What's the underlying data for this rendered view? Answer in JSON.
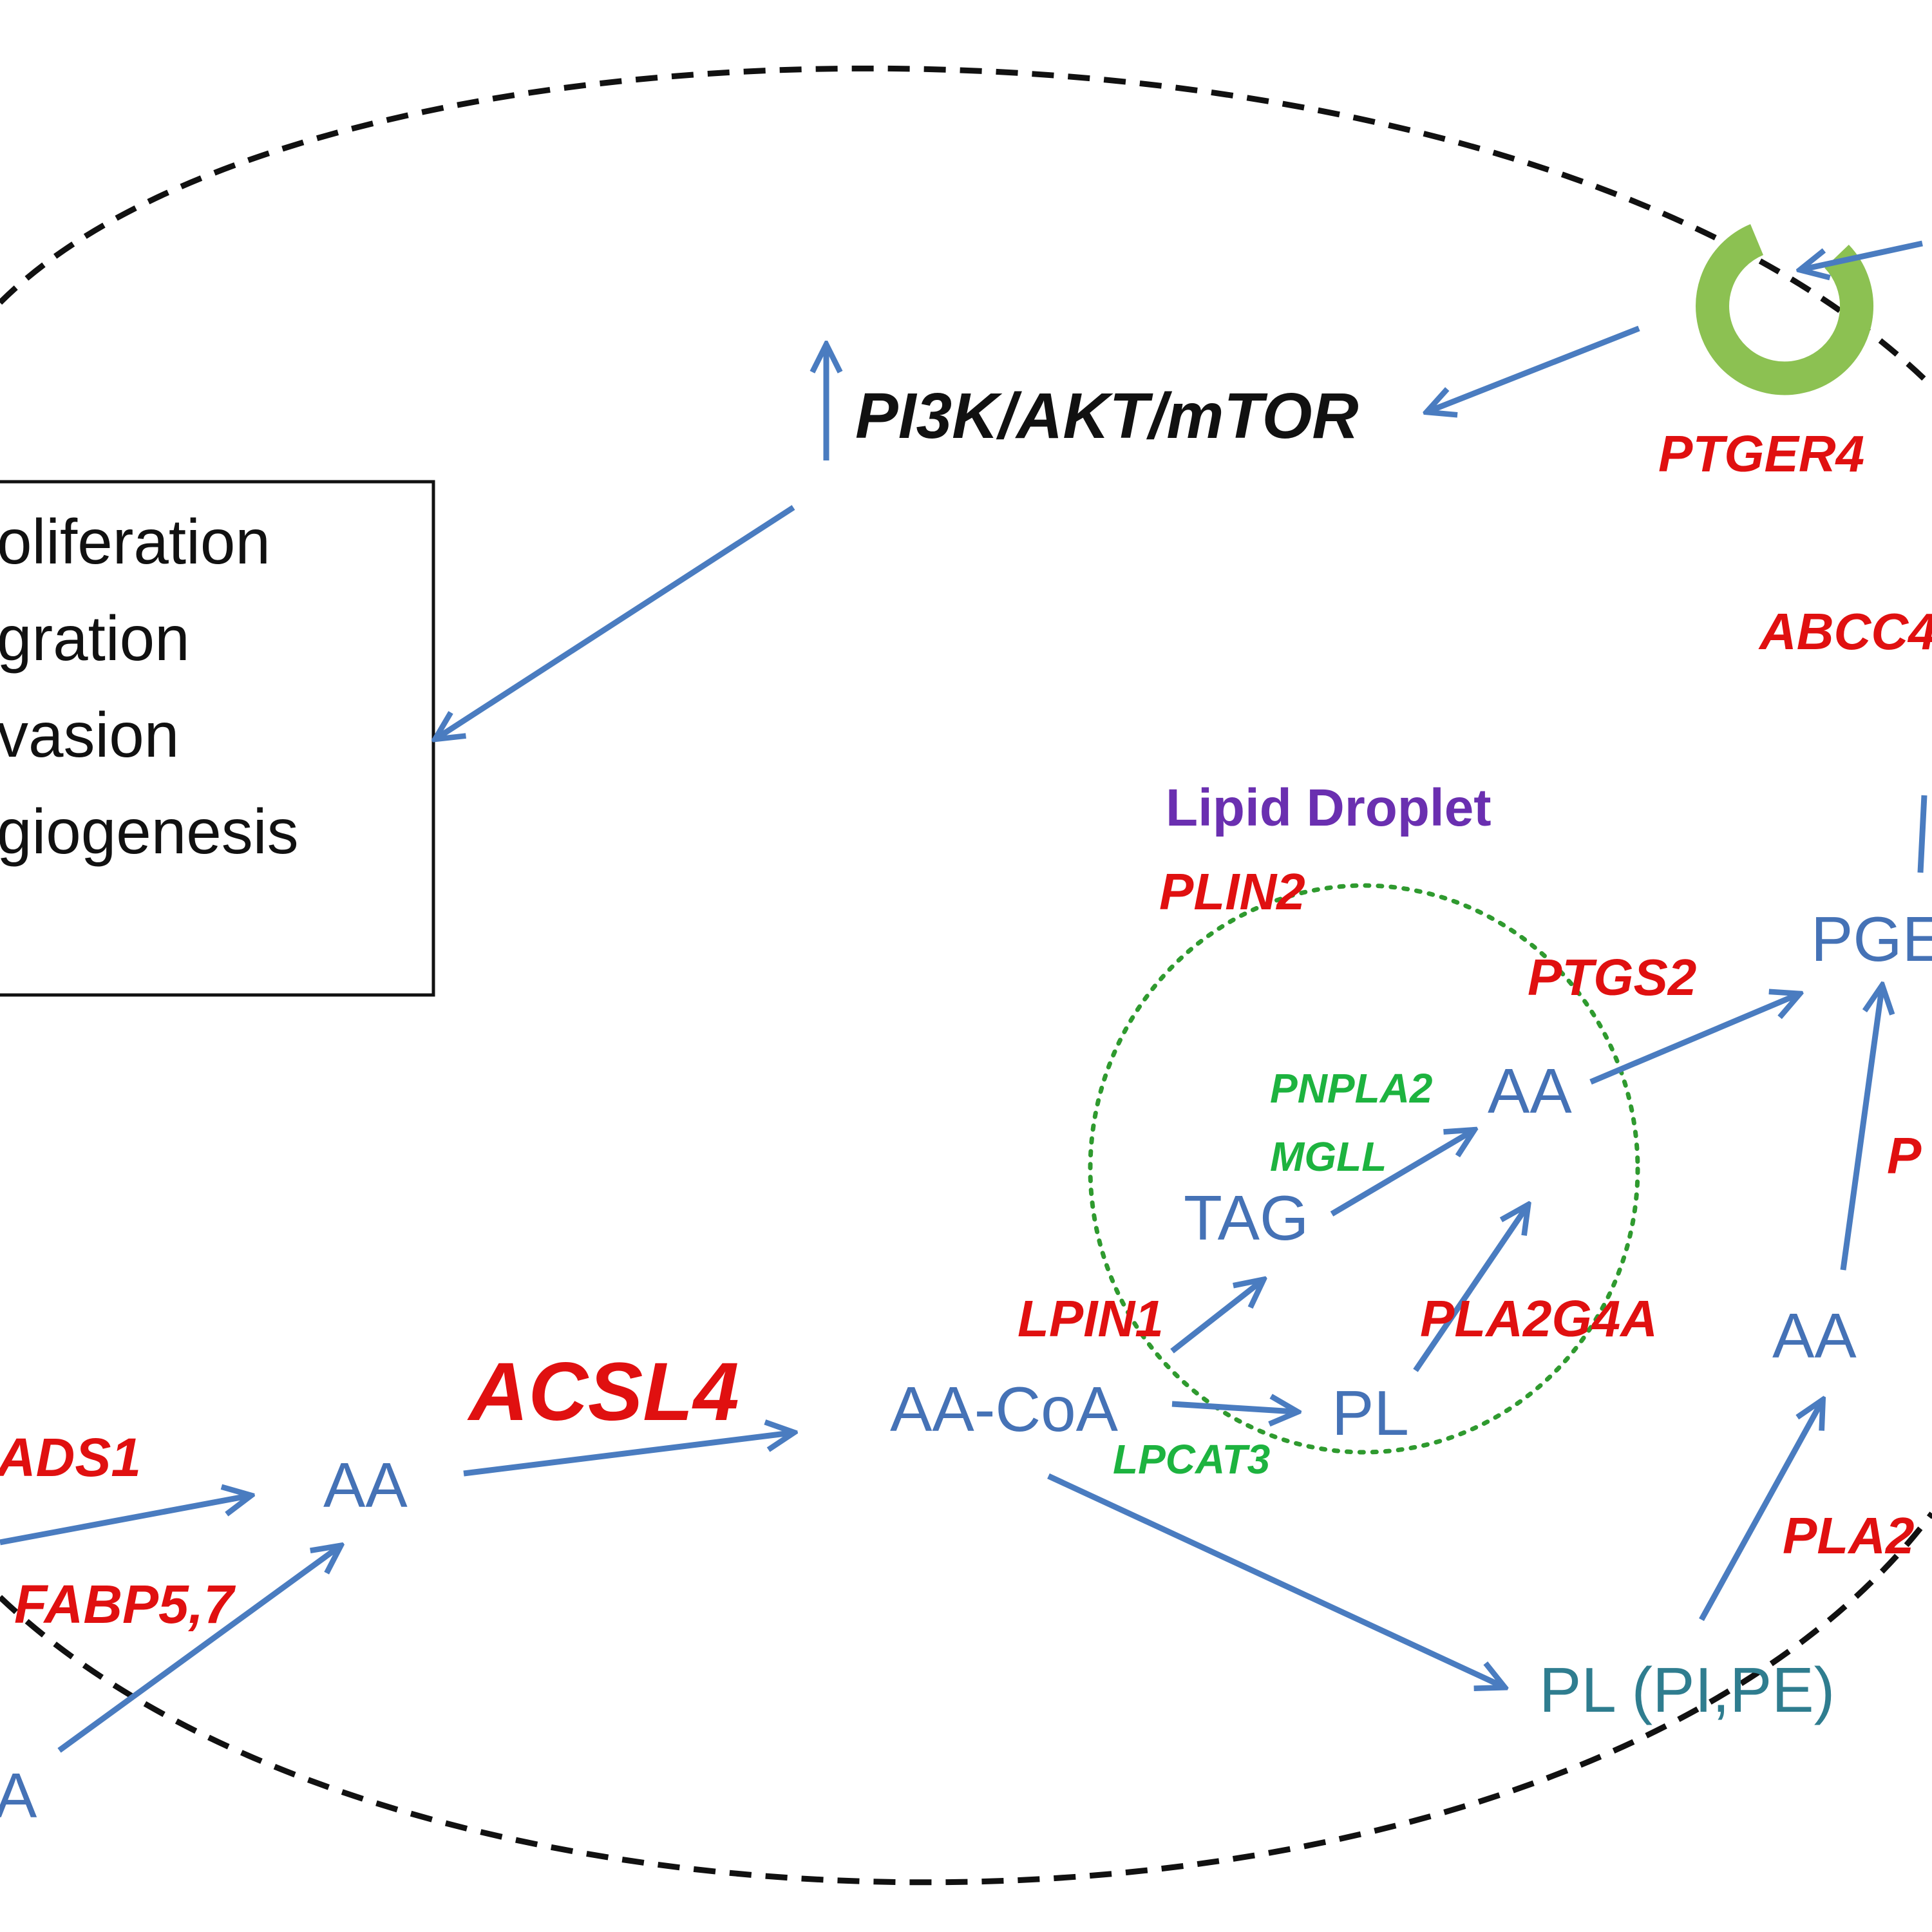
{
  "colors": {
    "gene": "#e01010",
    "gene_green": "#1db33f",
    "metabolite": "#4572b6",
    "metabolite_teal": "#2f7d8f",
    "lipid_droplet_title": "#6a2fb0",
    "arrow": "#4a7cc0",
    "receptor": "#8cc152",
    "dashed_boundary": "#111111",
    "dotted_droplet": "#2f9a2f"
  },
  "signaling": {
    "up_arrow": "↑",
    "pathway": "PI3K/AKT/mTOR",
    "receptor_gene": "PTGER4",
    "transporter_gene": "ABCC4"
  },
  "outcomes_box": {
    "items": [
      "oliferation",
      "gration",
      "vasion",
      "giogenesis"
    ]
  },
  "lipid_droplet": {
    "title": "Lipid Droplet",
    "coat_gene": "PLIN2",
    "cox_gene": "PTGS2",
    "lipase_genes": [
      "PNPLA2",
      "MGLL"
    ],
    "tag": "TAG",
    "aa": "AA",
    "pl": "PL",
    "lpin": "LPIN1",
    "pla2": "PLA2G4A",
    "lpcat": "LPCAT3"
  },
  "main_pathway": {
    "fads": "ADS1",
    "fabp": "FABP5,7",
    "aa_left": "AA",
    "acsl": "ACSL4",
    "aa_coa": "AA-CoA",
    "pl_pi_pe": "PL (PI,PE)",
    "aa_right": "AA",
    "pge": "PGE",
    "pla2_partial": "PLA2",
    "ptgs_partial": "P",
    "a_bottom_left": "A"
  }
}
